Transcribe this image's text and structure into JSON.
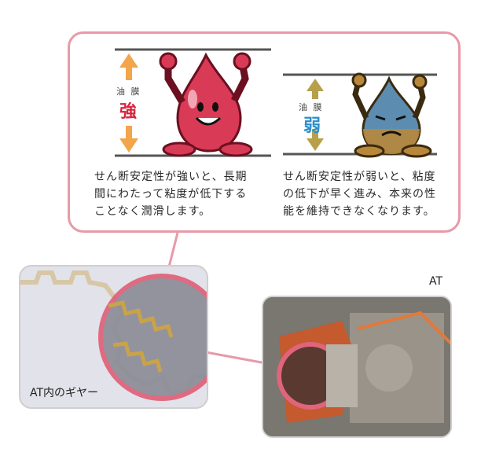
{
  "strong": {
    "label": "油 膜",
    "word": "強",
    "desc": [
      "せん断安定性が強いと、長期",
      "間にわたって粘度が低下する",
      "ことなく潤滑します。"
    ]
  },
  "weak": {
    "label": "油 膜",
    "word": "弱",
    "desc": [
      "せん断安定性が弱いと、粘度",
      "の低下が早く進み、本来の性",
      "能を維持できなくなります。"
    ]
  },
  "gear_caption": "AT内のギヤー",
  "at_label": "AT",
  "colors": {
    "strong_accent": "#d6263e",
    "weak_accent": "#2b8fc9",
    "frame": "#e79aa8",
    "arrow_strong": "#f2a54a",
    "arrow_weak": "#b8a04a"
  }
}
